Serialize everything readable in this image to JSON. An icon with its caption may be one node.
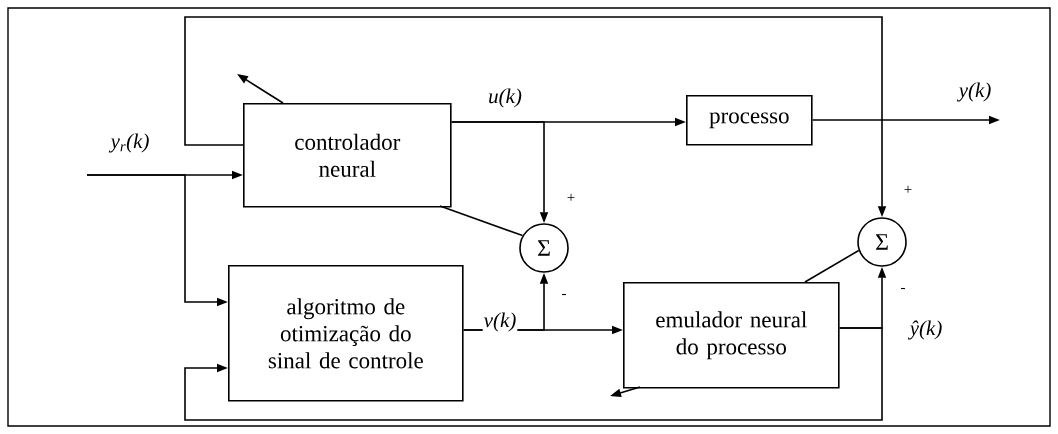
{
  "diagram": {
    "nodes": [
      {
        "text": [
          "controlador neural"
        ]
      },
      {
        "text": [
          "processo"
        ]
      },
      {
        "text": [
          "Σ"
        ]
      },
      {
        "text": [
          "algoritmo de otimização do sinal de controle"
        ]
      },
      {
        "text": [
          "emulador neural do processo"
        ]
      },
      {
        "text": [
          "Σ"
        ]
      }
    ],
    "edges": [
      {
        "from": null,
        "to": 0,
        "arrow": "to",
        "label": "y$_{r}$(k)"
      },
      {
        "from": null,
        "to": 3,
        "arrow": "to"
      },
      {
        "from": 0,
        "to": 1,
        "arrow": "to",
        "label": "u(k)"
      },
      {
        "from": 0,
        "to": 2,
        "arrow": "to"
      },
      {
        "from": 1,
        "to": null,
        "arrow": "to",
        "label": "y(k)"
      },
      {
        "from": 0,
        "to": 5,
        "arrow": "to"
      },
      {
        "from": 3,
        "to": 4,
        "arrow": "to",
        "label": "v(k)"
      },
      {
        "from": 3,
        "to": 2,
        "arrow": "to"
      },
      {
        "from": 4,
        "to": 5,
        "arrow": "to",
        "label": "ŷ(k)"
      },
      {
        "from": 4,
        "to": 3,
        "arrow": "to"
      },
      {
        "from": 2,
        "to": 0,
        "arrow": "none"
      },
      {
        "from": 5,
        "to": 4,
        "arrow": "none"
      },
      {
        "from": 0,
        "to": null,
        "arrow": "to"
      },
      {
        "from": 4,
        "to": null,
        "arrow": "to"
      }
    ],
    "labels": [
      "+",
      "-",
      "+",
      "-"
    ]
  }
}
